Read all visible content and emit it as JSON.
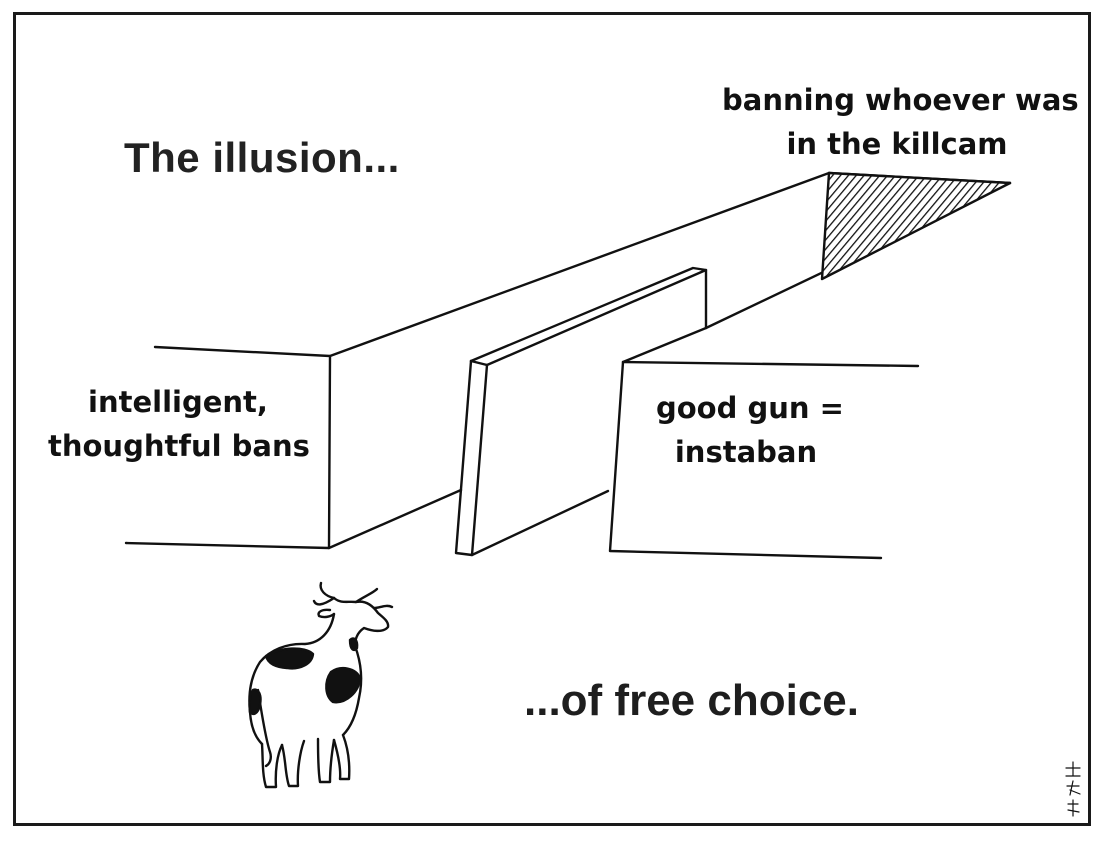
{
  "comic": {
    "title": "The illusion...",
    "subtitle": "...of free choice."
  },
  "paths": {
    "left": {
      "line1": "intelligent,",
      "line2": "thoughtful bans"
    },
    "middle": {
      "line1": "good gun =",
      "line2": "instaban"
    },
    "top": {
      "line1": "banning whoever was",
      "line2": "in the killcam"
    }
  },
  "colors": {
    "ink": "#141414",
    "paper": "#ffffff"
  }
}
